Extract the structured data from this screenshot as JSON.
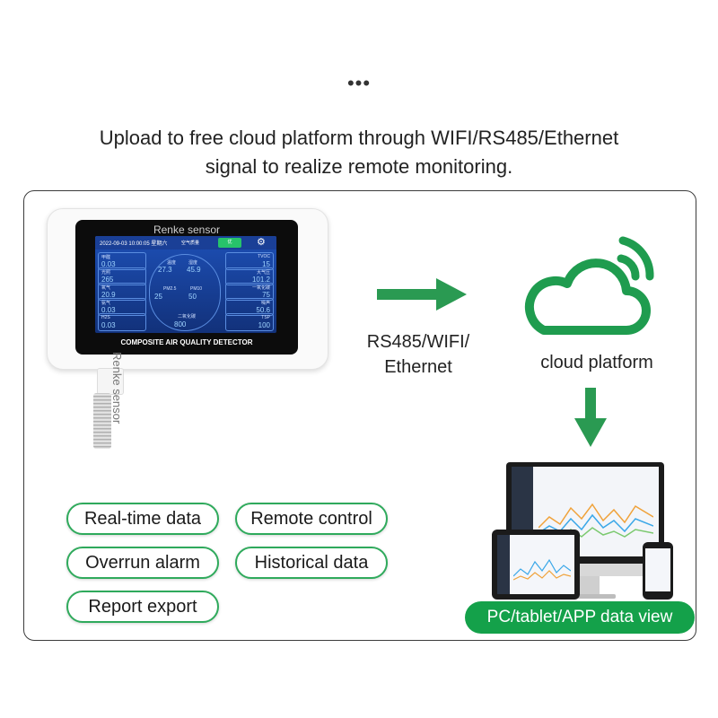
{
  "header": {
    "dots": "•••",
    "line1": "Upload to free cloud platform through WIFI/RS485/Ethernet",
    "line2": "signal to realize remote monitoring."
  },
  "device": {
    "screen_title": "Renke sensor",
    "date_time": "2022-09-03  10:00:05  星期六",
    "air_quality_label": "空气质量",
    "air_quality_button": "优",
    "footer": "COMPOSITE AIR QUALITY DETECTOR",
    "body_brand": "Renke sensor",
    "readings_left": [
      {
        "name": "甲醛",
        "value": "0.03"
      },
      {
        "name": "光照",
        "value": "265"
      },
      {
        "name": "氧气",
        "value": "20.9"
      },
      {
        "name": "氨气",
        "value": "0.03"
      },
      {
        "name": "H2S",
        "value": "0.03"
      }
    ],
    "readings_center": [
      {
        "name": "温度",
        "value": "27.3"
      },
      {
        "name": "湿度",
        "value": "45.9"
      },
      {
        "name": "PM2.5",
        "value": "25"
      },
      {
        "name": "PM10",
        "value": "50"
      },
      {
        "name": "二氧化碳",
        "value": "800"
      }
    ],
    "readings_right": [
      {
        "name": "TVOC",
        "value": "15"
      },
      {
        "name": "大气压",
        "value": "101.2"
      },
      {
        "name": "一氧化碳",
        "value": "75"
      },
      {
        "name": "噪声",
        "value": "50.6"
      },
      {
        "name": "TSP",
        "value": "100"
      }
    ]
  },
  "link_label_line1": "RS485/WIFI/",
  "link_label_line2": "Ethernet",
  "cloud_label": "cloud platform",
  "features": [
    "Real-time data",
    "Remote control",
    "Overrun alarm",
    "Historical data",
    "Report export"
  ],
  "data_view_label": "PC/tablet/APP data view",
  "colors": {
    "accent_green": "#14a14a",
    "pill_border": "#2faa5c",
    "screen_blue": "#1d4fb5"
  },
  "icons": [
    "arrow-right-icon",
    "cloud-wifi-icon",
    "arrow-down-icon",
    "gear-icon"
  ]
}
